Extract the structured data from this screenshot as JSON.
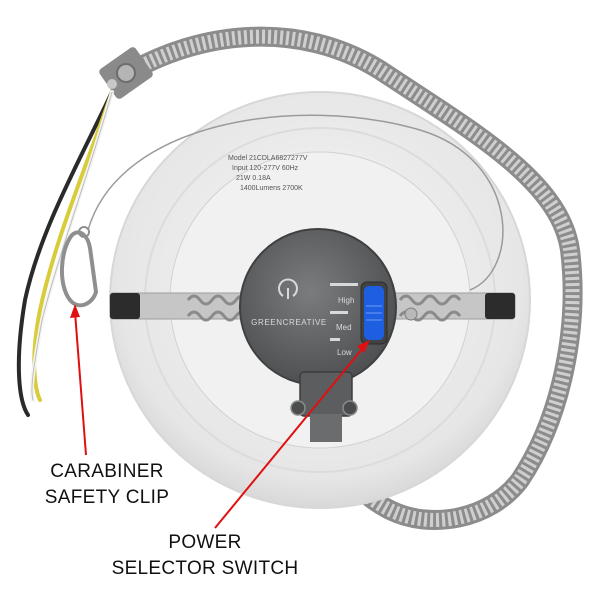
{
  "product": {
    "brand_text": "GREENCREATIVE",
    "switch_positions": [
      "High",
      "Med",
      "Low"
    ],
    "label_lines": [
      "Model 21CDLA6827277V",
      "Input 120-277V 60Hz",
      "21W 0.18A",
      "1400Lumens 2700K"
    ]
  },
  "callouts": {
    "carabiner": {
      "line1": "CARABINER",
      "line2": "SAFETY CLIP"
    },
    "switch": {
      "line1": "POWER",
      "line2": "SELECTOR SWITCH"
    }
  },
  "colors": {
    "arrow": "#e01010",
    "switch_blue": "#1d5fe0",
    "housing": "#5e6062",
    "conduit": "#9a9a9a"
  }
}
